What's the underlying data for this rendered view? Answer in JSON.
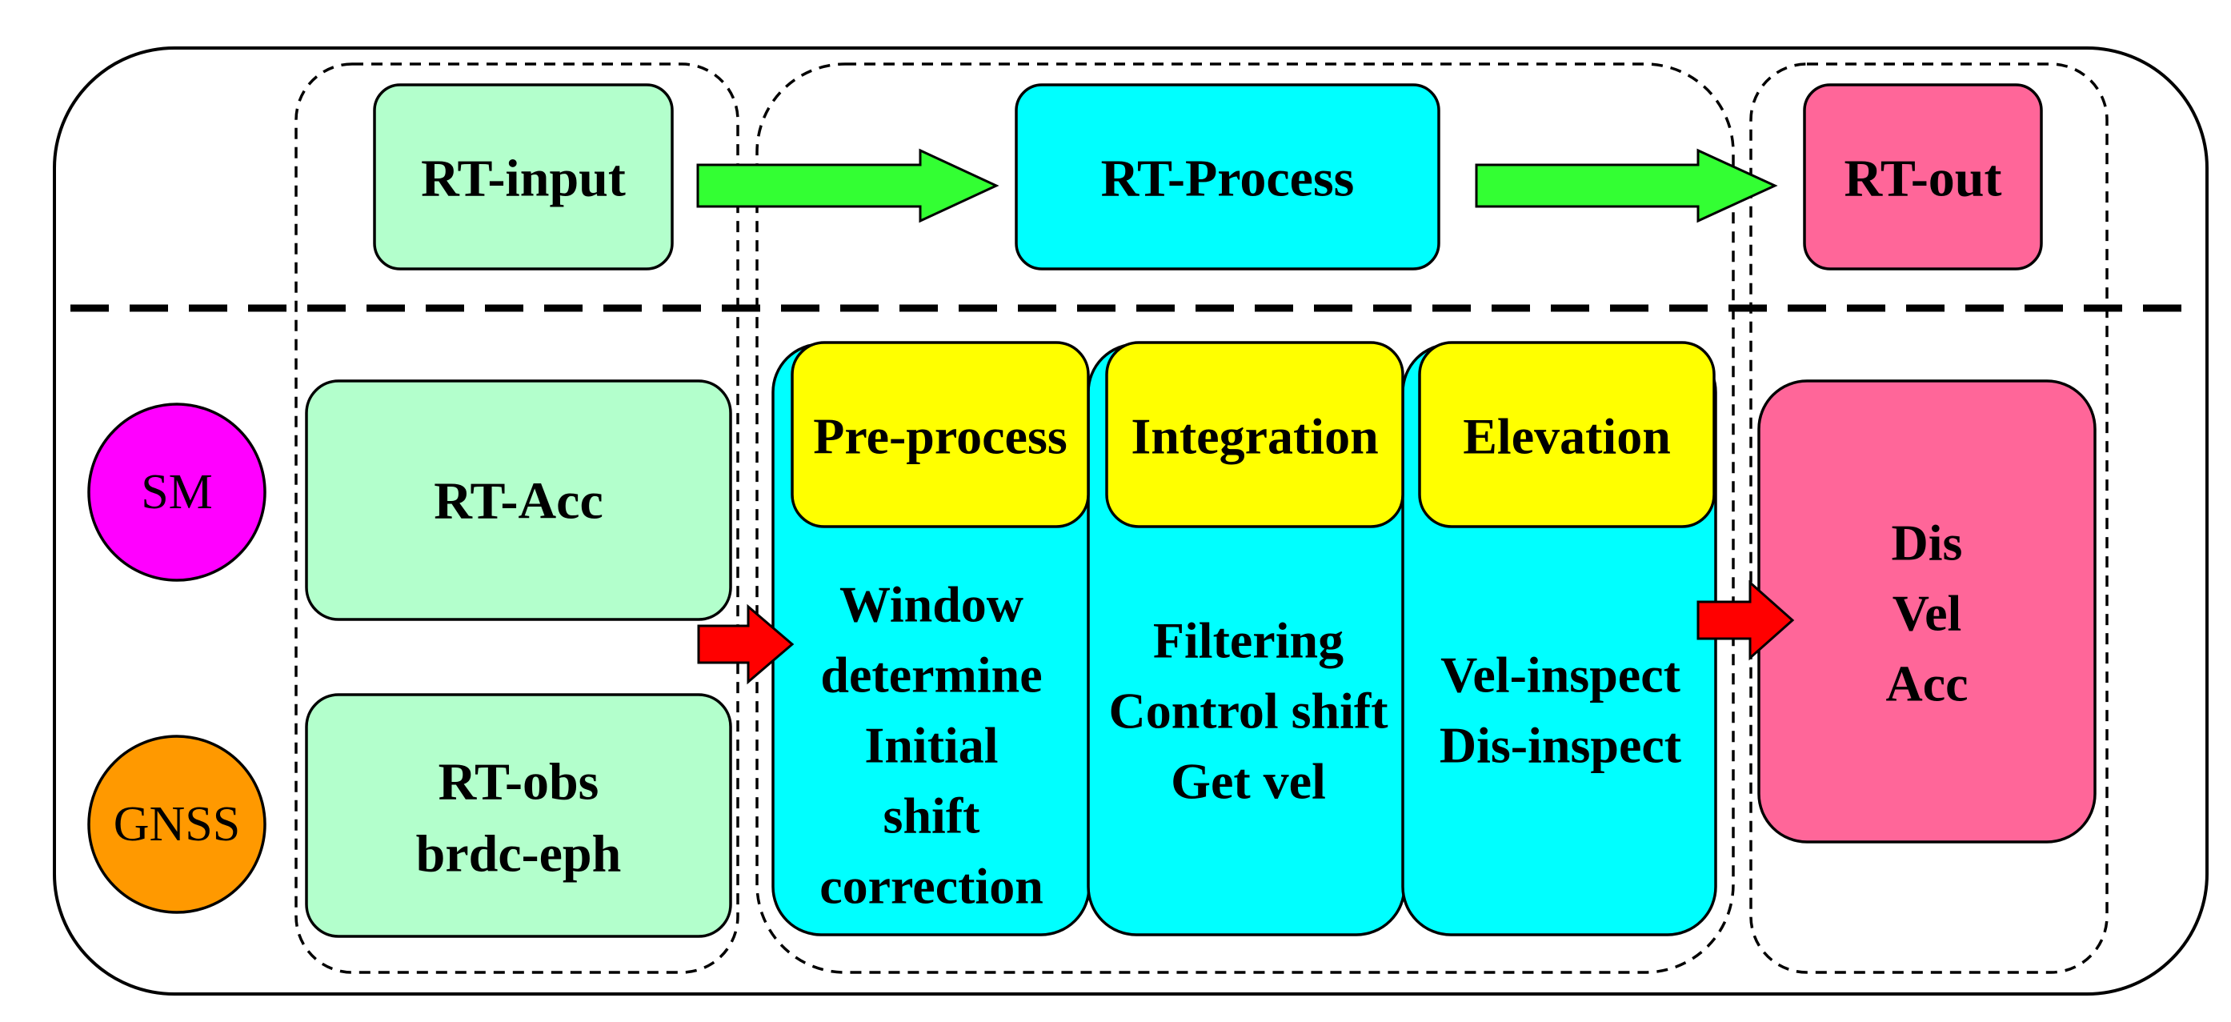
{
  "header": {
    "input_label": "RT-input",
    "process_label": "RT-Process",
    "output_label": "RT-out"
  },
  "sources": {
    "sm_label": "SM",
    "gnss_label": "GNSS"
  },
  "inputs": {
    "acc_label": "RT-Acc",
    "obs_lines": [
      "RT-obs",
      "brdc-eph"
    ]
  },
  "stages": {
    "preprocess": {
      "title": "Pre-process",
      "lines": [
        "Window",
        "determine",
        "Initial",
        "shift",
        "correction"
      ]
    },
    "integration": {
      "title": "Integration",
      "lines": [
        "Filtering",
        "Control shift",
        "Get vel"
      ]
    },
    "elevation": {
      "title": "Elevation",
      "lines": [
        "Vel-inspect",
        "Dis-inspect"
      ]
    }
  },
  "output": {
    "lines": [
      "Dis",
      "Vel",
      "Acc"
    ]
  },
  "colors": {
    "input_green": "#b3ffcc",
    "process_cyan": "#00ffff",
    "stage_yellow": "#ffff00",
    "output_pink": "#ff6699",
    "sm_magenta": "#ff00ff",
    "gnss_orange": "#ff9900",
    "arrow_green": "#33ff33",
    "arrow_red": "#ff0000"
  }
}
